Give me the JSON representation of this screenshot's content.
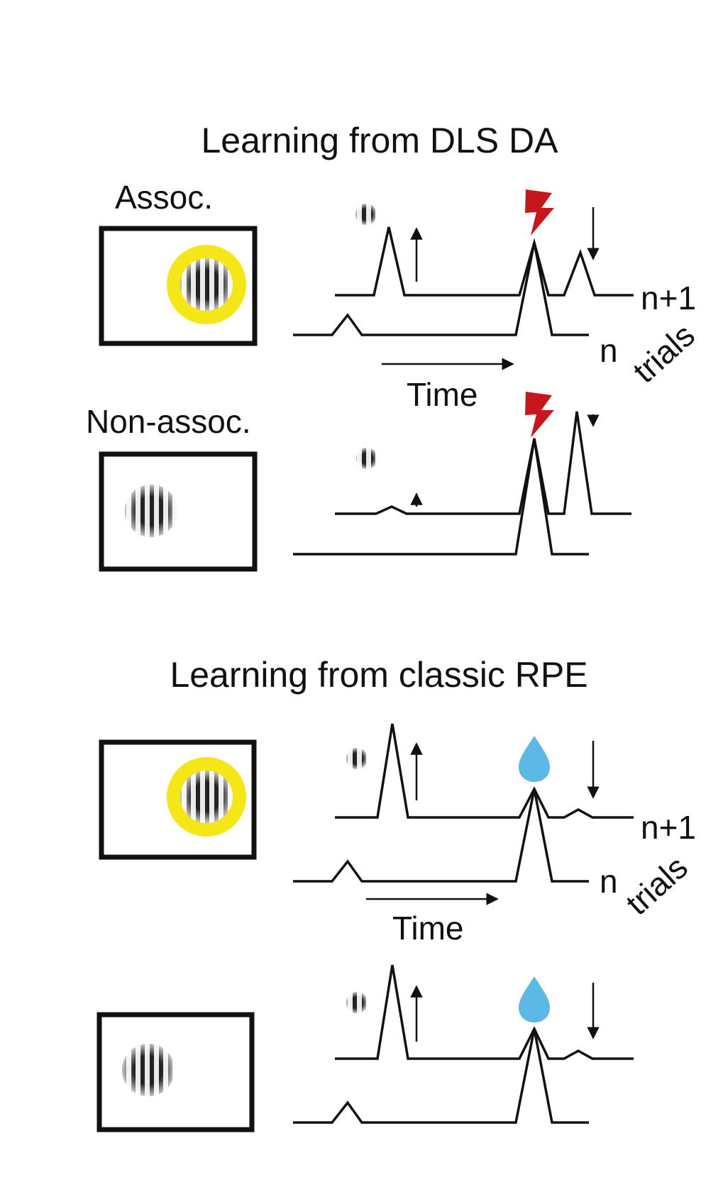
{
  "sections": [
    {
      "title": "Learning from DLS DA",
      "panels": [
        {
          "label": "Assoc.",
          "n1_label": "n+1",
          "n_label": "n",
          "trials_label": "trials",
          "time_label": "Time",
          "outcome_icon": "lightning-bolt-icon"
        },
        {
          "label": "Non-assoc.",
          "outcome_icon": "lightning-bolt-icon"
        }
      ]
    },
    {
      "title": "Learning from classic RPE",
      "panels": [
        {
          "label": "",
          "n1_label": "n+1",
          "n_label": "n",
          "trials_label": "trials",
          "time_label": "Time",
          "outcome_icon": "water-drop-icon"
        },
        {
          "label": "",
          "outcome_icon": "water-drop-icon"
        }
      ]
    }
  ],
  "colors": {
    "highlight_ring": "#f5e616",
    "shock": "#c8161d",
    "water": "#5cb8e4",
    "ink": "#111111"
  }
}
